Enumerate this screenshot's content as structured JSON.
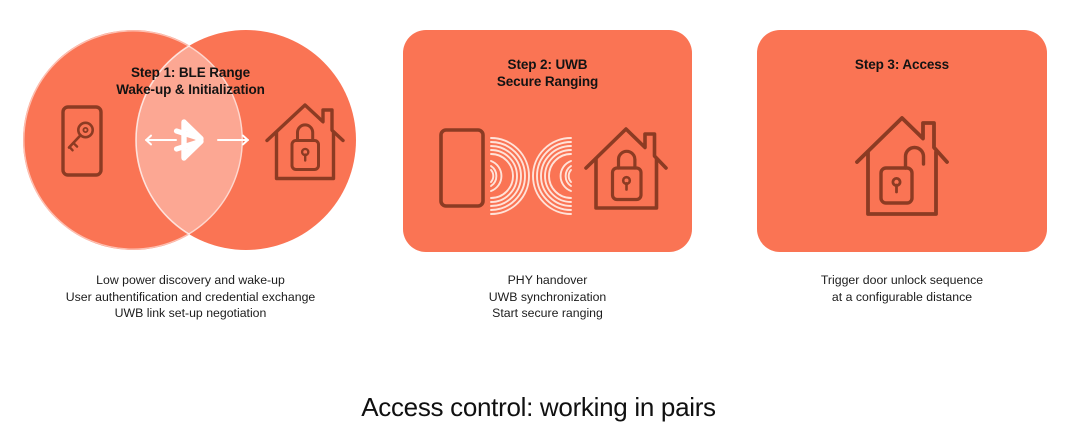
{
  "theme": {
    "background": "#ffffff",
    "coral": "#fa7454",
    "lens_tint": "#ffffff",
    "icon_stroke": "#8c3b23",
    "title_color": "#131313",
    "caption_color": "#1c1c1c"
  },
  "steps": [
    {
      "id": "step-1",
      "title": "Step 1: BLE Range\nWake-up & Initialization",
      "caption": "Low power discovery and wake-up\nUser authentification and credential exchange\nUWB link set-up negotiation",
      "shape": "venn-two-circles",
      "icons": [
        "phone-key-icon",
        "bluetooth-icon",
        "double-arrow-icon",
        "house-locked-icon"
      ]
    },
    {
      "id": "step-2",
      "title": "Step 2: UWB\nSecure Ranging",
      "caption": "PHY handover\nUWB synchronization\nStart secure ranging",
      "shape": "rounded-card",
      "icons": [
        "phone-icon",
        "signal-waves-icon",
        "house-locked-icon"
      ]
    },
    {
      "id": "step-3",
      "title": "Step 3: Access",
      "caption": "Trigger door unlock sequence\nat a configurable distance",
      "shape": "rounded-card",
      "icons": [
        "house-unlocked-icon"
      ]
    }
  ],
  "footer": {
    "title": "Access control: working in pairs"
  }
}
